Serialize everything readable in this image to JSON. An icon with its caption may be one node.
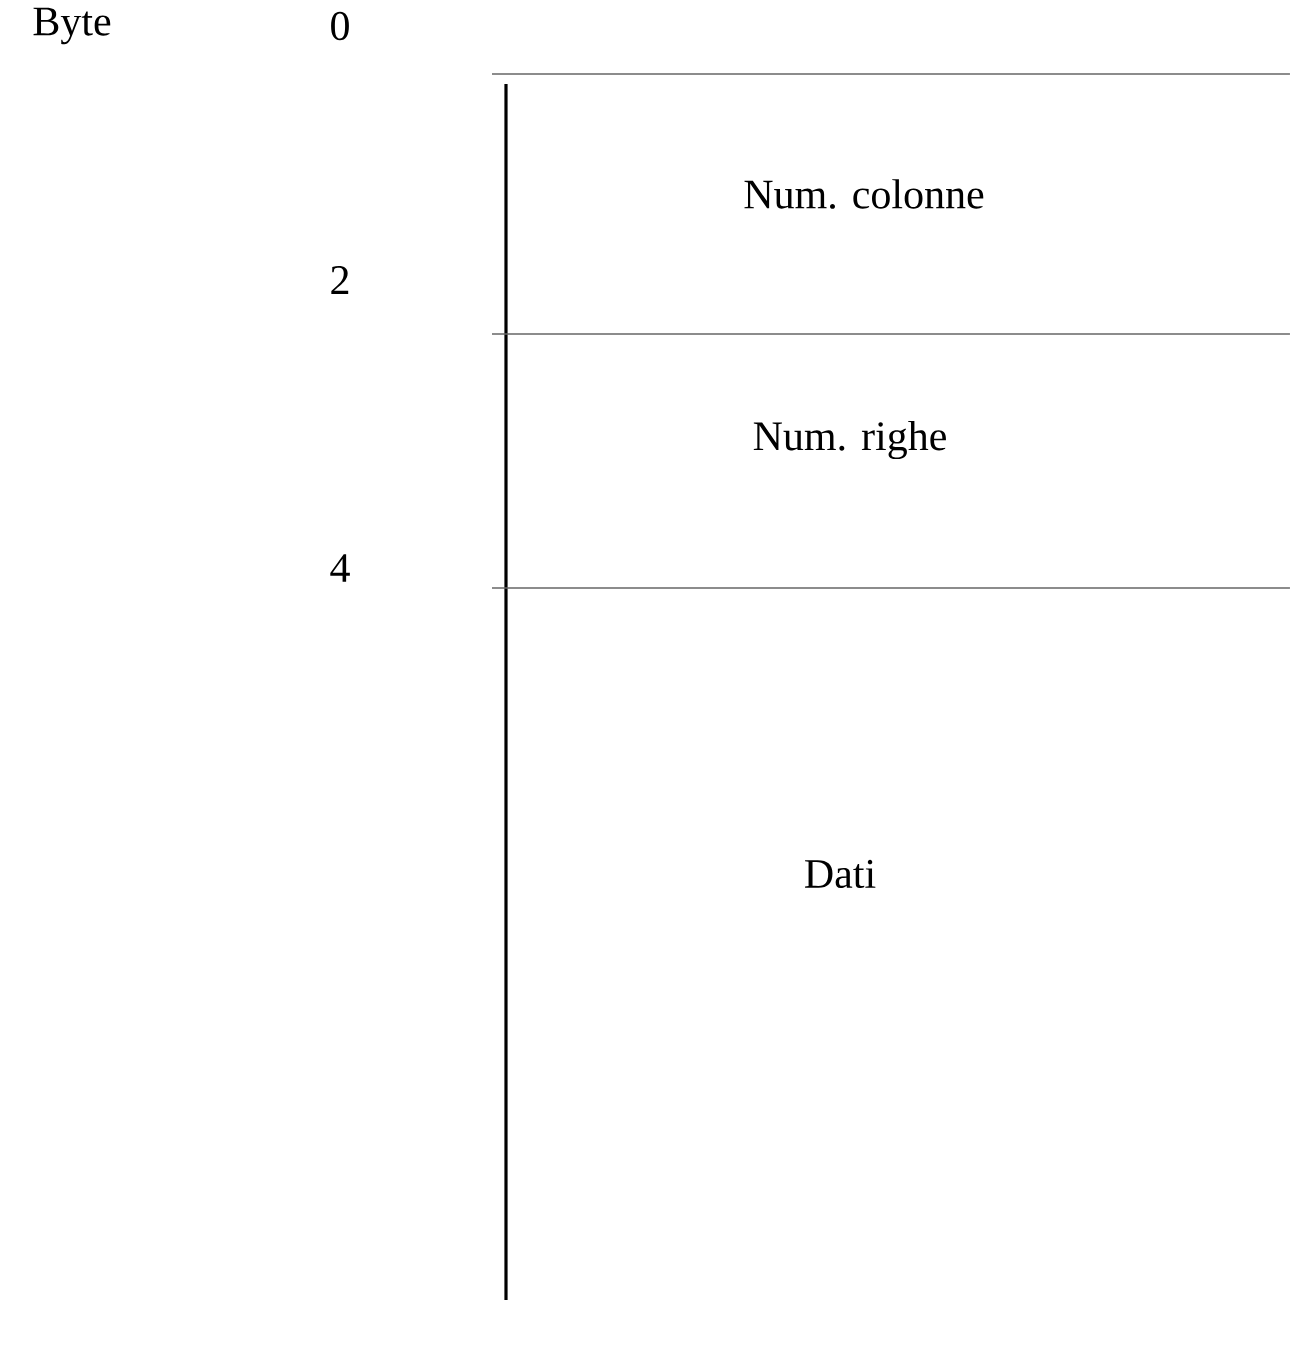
{
  "diagram": {
    "nodes": [
      {
        "text": [
          "Num. colonne"
        ]
      },
      {
        "text": [
          "Num. righe"
        ]
      },
      {
        "text": [
          "Dati"
        ]
      }
    ],
    "labels": [
      "Byte",
      "0",
      "2",
      "4"
    ]
  }
}
